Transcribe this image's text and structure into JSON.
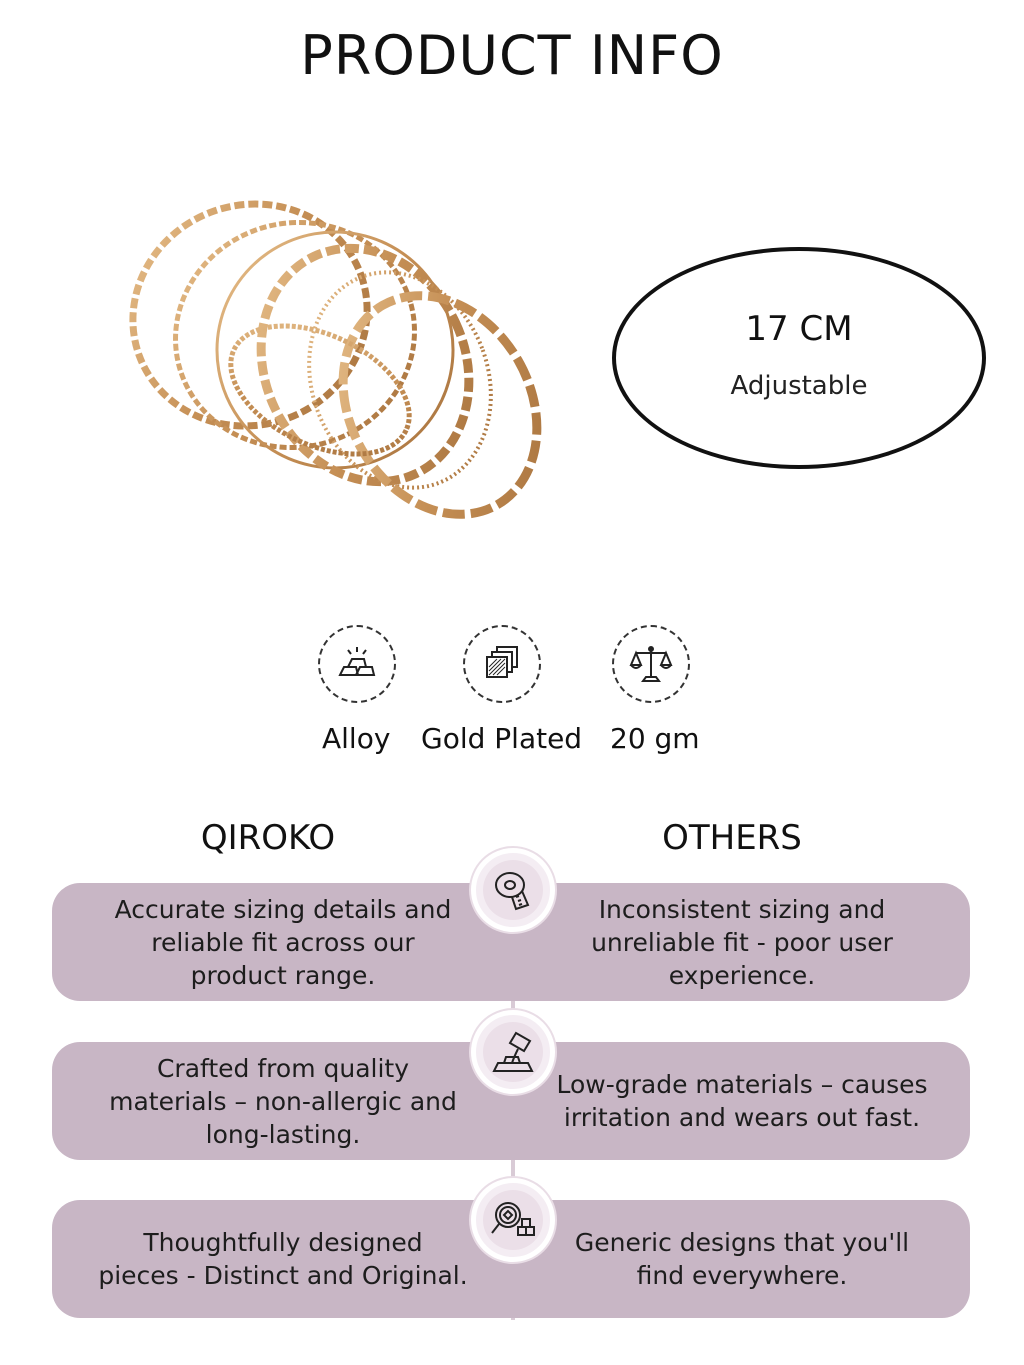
{
  "header": {
    "title": "PRODUCT INFO"
  },
  "product": {
    "image_name": "gold-chain-bracelet-set-image",
    "size": {
      "value": "17 CM",
      "note": "Adjustable"
    }
  },
  "features": [
    {
      "icon": "alloy-bars-icon",
      "label": "Alloy"
    },
    {
      "icon": "gold-plated-layers-icon",
      "label": "Gold Plated"
    },
    {
      "icon": "weight-scale-icon",
      "label": "20 gm"
    }
  ],
  "comparison": {
    "left_heading": "QIROKO",
    "right_heading": "OTHERS",
    "rows": [
      {
        "icon": "measuring-tape-icon",
        "left": [
          "Accurate sizing details and",
          "reliable fit across our",
          "product range."
        ],
        "right": [
          "Inconsistent sizing and",
          "unreliable fit - poor user",
          "experience."
        ]
      },
      {
        "icon": "material-crafting-icon",
        "left": [
          "Crafted from quality",
          "materials – non-allergic and",
          "long-lasting."
        ],
        "right": [
          "Low-grade materials – causes",
          "irritation and wears out fast."
        ]
      },
      {
        "icon": "design-inspection-icon",
        "left": [
          "Thoughtfully designed",
          "pieces - Distinct and Original."
        ],
        "right": [
          "Generic designs that you'll",
          "find everywhere."
        ]
      }
    ]
  },
  "colors": {
    "pill_background": "#c8b6c5",
    "badge_background": "#ebdfe8",
    "gold": "#c99a5e",
    "text": "#1a1a1a"
  }
}
